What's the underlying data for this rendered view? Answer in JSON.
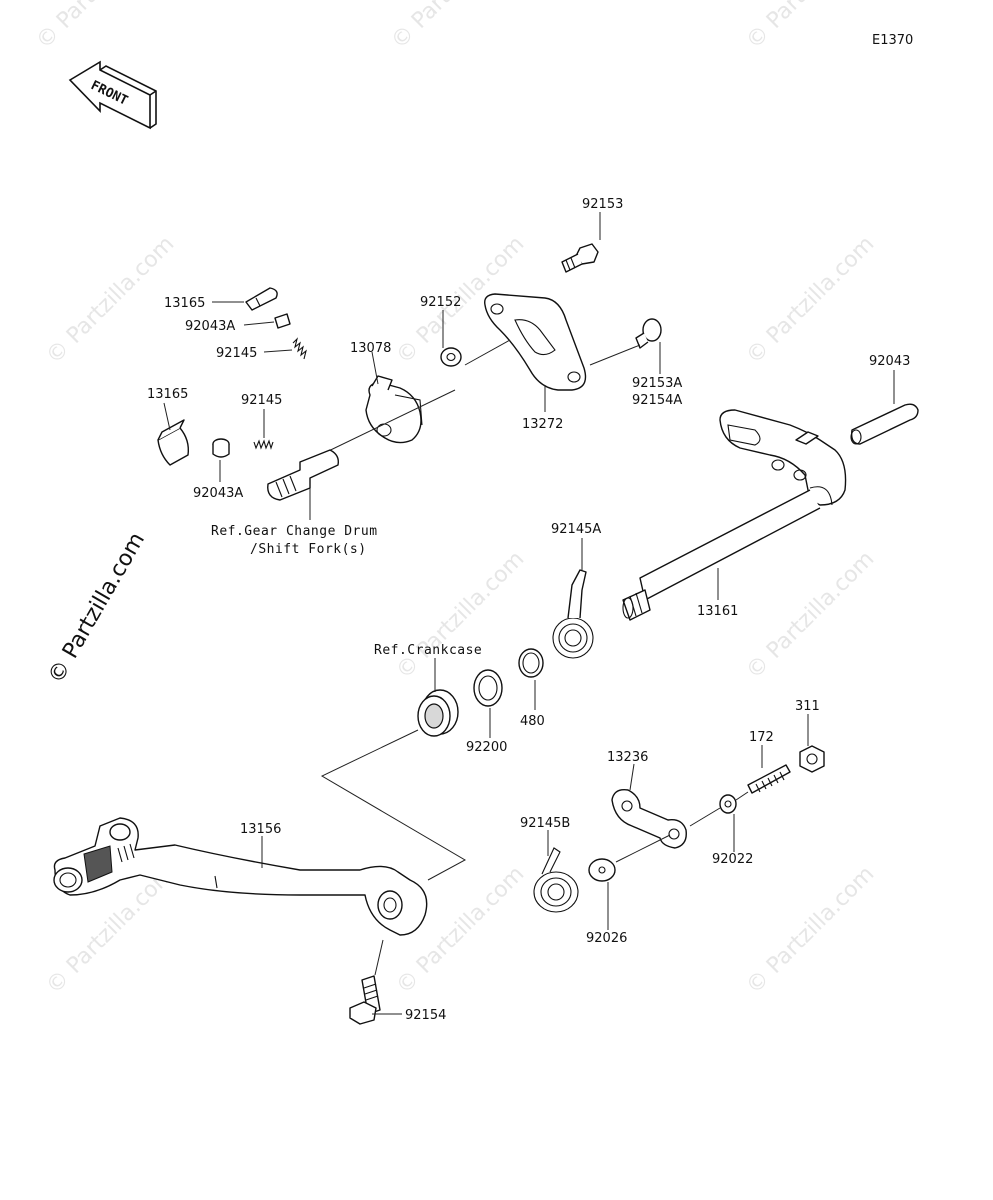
{
  "diagram_code": "E1370",
  "front_arrow_text": "FRONT",
  "side_watermark": "© Partzilla.com",
  "background_watermark": "© Partzilla.com",
  "references": {
    "gear_change_drum_line1": "Ref.Gear Change Drum",
    "gear_change_drum_line2": "/Shift Fork(s)",
    "crankcase": "Ref.Crankcase"
  },
  "parts": {
    "p92153": "92153",
    "p13165_top": "13165",
    "p92043A_top": "92043A",
    "p92145_top": "92145",
    "p92152": "92152",
    "p13078": "13078",
    "p92153A": "92153A",
    "p92154A": "92154A",
    "p13165_left": "13165",
    "p92145_mid": "92145",
    "p13272": "13272",
    "p92043": "92043",
    "p92043A_bottom": "92043A",
    "p92145A": "92145A",
    "p13161": "13161",
    "p480": "480",
    "p92200": "92200",
    "p311": "311",
    "p172": "172",
    "p13236": "13236",
    "p13156": "13156",
    "p92145B": "92145B",
    "p92022": "92022",
    "p92026": "92026",
    "p92154": "92154"
  }
}
